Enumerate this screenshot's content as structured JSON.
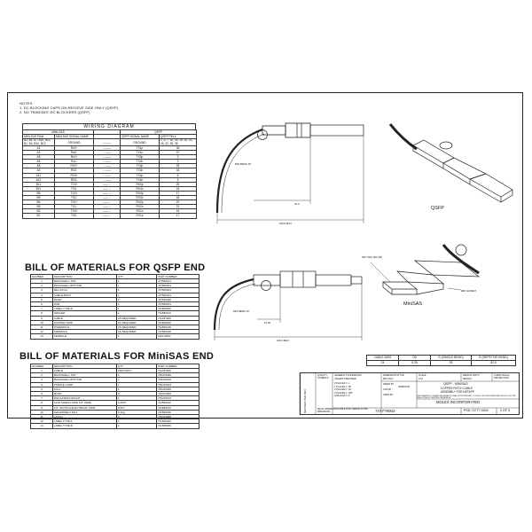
{
  "notes": {
    "title": "NOTES:",
    "lines": [
      "1. DC BLOCKING CAPS ON RECIEVE SIDE ONLY (QSFP)",
      "2. NO TRANSMIT DC BLOCKERS (QSFP)"
    ]
  },
  "wiring": {
    "title": "WIRING DIAGRAM",
    "group_left": "MINI-SAS",
    "group_right": "QSFP",
    "headers": [
      "MINI-SAS PIN#",
      "MINI-SAS SIGNAL NAME",
      "",
      "QSFP SIGNAL NAME",
      "QSFP PIN #"
    ],
    "ground_row": {
      "pins": "A1, A4, A7, A10, A13, B1, B4, B10, B13",
      "signal": "GROUND",
      "qsfp_signal": "GROUND",
      "qsfp_pins": "1, 4, 7, 10, 16, 19, 20, 23, 26, 32, 35, 38"
    },
    "rows": [
      [
        "A2",
        "Rx0+",
        "TX1p",
        "36"
      ],
      [
        "A3",
        "Rx0-",
        "TX1n",
        "37"
      ],
      [
        "A5",
        "Rx1+",
        "TX3p",
        "3"
      ],
      [
        "A6",
        "Rx1-",
        "TX2n",
        "2"
      ],
      [
        "A8",
        "RX2+",
        "TX3p",
        "33"
      ],
      [
        "A9",
        "RX2-",
        "TX3n",
        "34"
      ],
      [
        "A11",
        "RX3+",
        "TX4p",
        "6"
      ],
      [
        "A12",
        "RX3-",
        "TX4n",
        "5"
      ],
      [
        "B11",
        "TX3+",
        "RX4p",
        "25"
      ],
      [
        "B12",
        "TX3-",
        "RX4n",
        "24"
      ],
      [
        "B8",
        "TX2+",
        "RX3p",
        "17"
      ],
      [
        "B9",
        "TX2-",
        "RX3n",
        "18"
      ],
      [
        "B6",
        "TX1+",
        "RX2p",
        "22"
      ],
      [
        "B5",
        "TX1-",
        "RX2n",
        "21"
      ],
      [
        "B3",
        "TX0+",
        "RX1n",
        "16"
      ],
      [
        "B2",
        "TX0-",
        "RX1p",
        "17"
      ]
    ]
  },
  "bom_qsfp": {
    "title": "BILL OF MATERIALS FOR QSFP END",
    "headers": [
      "NUMBER",
      "DESCRIPTION",
      "QTY",
      "PART NUMBER"
    ],
    "rows": [
      [
        "1",
        "BACKSHELL TOP",
        "1",
        "747560101"
      ],
      [
        "2",
        "BACKSHELL BOTTOM",
        "1",
        "747560201"
      ],
      [
        "3",
        "DE-LATCH",
        "1",
        "747560301"
      ],
      [
        "4",
        "CABLE BOOT",
        "1",
        "747560401"
      ],
      [
        "5",
        "RIVET",
        "2",
        "747520290"
      ],
      [
        "6",
        "PCB",
        "1",
        "747560531"
      ],
      [
        "7",
        "LABEL TYPE B",
        "1",
        "711580002"
      ],
      [
        "8",
        "SPACER",
        "1",
        "711580013"
      ],
      [
        "9",
        "CABLE",
        "AS REQUIRED",
        "711037906"
      ],
      [
        "10",
        "COPPER TAPE",
        "AS REQUIRED",
        "711580292"
      ],
      [
        "11",
        "OVERMOLD",
        "AS REQUIRED",
        "711580128"
      ],
      [
        "12",
        "PREMOLD",
        "AS REQUIRED",
        "711580328"
      ],
      [
        "13",
        "FERRULE",
        "1",
        "111010052"
      ]
    ]
  },
  "bom_minisas": {
    "title": "BILL OF MATERIALS FOR MiniSAS END",
    "headers": [
      "NUMBER",
      "DESCRIPTION",
      "QTY",
      "PART NUMBER"
    ],
    "rows": [
      [
        "1",
        "CABLE",
        "2M(6.56FT)",
        "711037906"
      ],
      [
        "2",
        "BACKSHELL TOP",
        "1",
        "745470030"
      ],
      [
        "3",
        "BACKSHELL BOTTOM",
        "1",
        "745470040"
      ],
      [
        "4",
        "PADDLE CARD",
        "1",
        "745470644"
      ],
      [
        "5",
        "PULL",
        "1",
        "745470050"
      ],
      [
        "6",
        "RIVET",
        "2",
        "745470060"
      ],
      [
        "7",
        "EMI GASKET-SNOUT",
        "1",
        "745470070"
      ],
      [
        "8",
        "12X5 SHIELD TAPE 1/4\" WIDE",
        "0.33FT",
        "711580242"
      ],
      [
        "9",
        "1/2\" SCOTCH ELECTRICAL TAPE",
        "0.5FT",
        "711580243"
      ],
      [
        "10",
        "MACROMELT 6211",
        "5-16g",
        "711580156"
      ],
      [
        "11",
        "LATCH",
        "1",
        "745470080"
      ],
      [
        "12",
        "LABEL TYPE A",
        "1",
        "711580005"
      ],
      [
        "13",
        "LABEL TYPE B",
        "1",
        "711580006"
      ]
    ]
  },
  "drawing": {
    "qsfp_label": "QSFP",
    "minisas_label": "MiniSAS",
    "minbend_1": "MIN BEND 15\"",
    "minbend_2": "MIN BEND 15\"",
    "dim_1": "22.3",
    "dim_2": "106.8 MAX",
    "dim_3": "15.00",
    "dim_4": "126.0 MAX",
    "keyway": "KEY WAY (EL-LB)",
    "emi_gasket": "EMI GASKET"
  },
  "cable_table": {
    "headers": [
      "CABLE AWG",
      "OD",
      "R (SINGLE BEND)",
      "R (REPETIVE BEND)"
    ],
    "row": [
      "24",
      "9.25",
      "33",
      "82.5"
    ]
  },
  "title_block": {
    "general_tol": "GENERAL TOLERANCES",
    "unless": "UNLESS SPECIFIED",
    "dims": "DIMENSION STYLE",
    "scale": "SCALE",
    "scale_val": "1:51",
    "design_units": "DESIGN UNITS",
    "units_val": "METRIC",
    "angle": "THIRD ANGLE PROJECTION",
    "product": "QSFP - MINISAS",
    "desc1": "COPPER PATCH CABLE",
    "desc2": "ASSEMBLY FOR NETAPP",
    "company": "MOLEX INCORPORATED",
    "draft_note": "DRAFT WHERE APPLICABLE MUST REMAIN WITHIN DIMENSIONS",
    "doc_no": "747779002",
    "part_no": "PSD-74777-9002",
    "sheet": "2 OF 3",
    "mm": "MM ONLY",
    "tol_rows": [
      "0 PLACES ± .1",
      "1 PLACES ± .05",
      "2 PLACES ± .02",
      "3 PLACES ± .005",
      "ANGULAR ± 1°"
    ],
    "drwn": "DRWN BY",
    "chk": "CHK BY",
    "appr": "APPR BY",
    "date": "2008/01/28",
    "proprietary": "THIS DRAWING CONTAINS INFORMATION THAT IS PROPRIETARY TO MOLEX INCORPORATED AND SHOULD NOT BE USED WITHOUT WRITTEN PERMISSION"
  },
  "quality": {
    "label": "QUALITY SYMBOLS",
    "revised": "REVISED PER REV"
  }
}
